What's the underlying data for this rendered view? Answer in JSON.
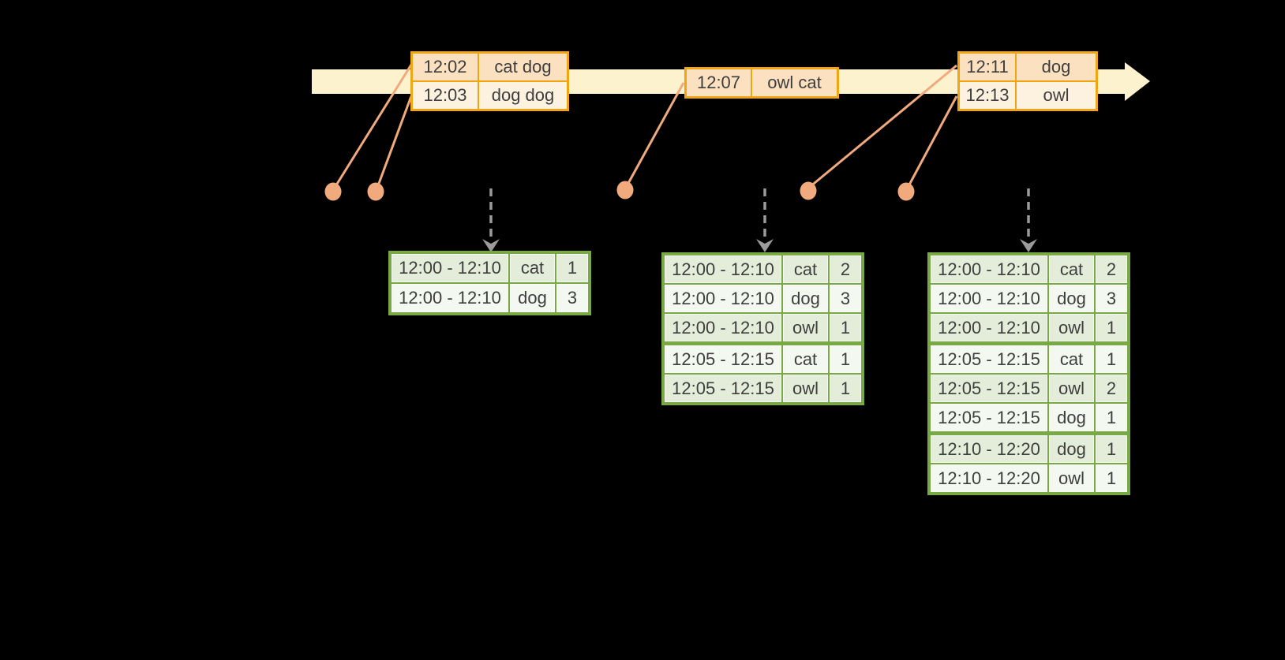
{
  "colors": {
    "band": "#fcf2cd",
    "orange": "#f1a512",
    "orange-fill-a": "#fbe1c0",
    "orange-fill-b": "#fdf1e0",
    "salmon": "#f0aa7d",
    "green": "#78a944",
    "green-fill-a": "#e4edd9",
    "green-fill-b": "#f3f8f0",
    "gray": "#9b9b9b",
    "text": "#3e3e3e"
  },
  "event_tables": [
    {
      "rows": [
        {
          "time": "12:02",
          "words": "cat dog"
        },
        {
          "time": "12:03",
          "words": "dog dog"
        }
      ]
    },
    {
      "rows": [
        {
          "time": "12:07",
          "words": "owl cat"
        }
      ]
    },
    {
      "rows": [
        {
          "time": "12:11",
          "words": "dog"
        },
        {
          "time": "12:13",
          "words": "owl"
        }
      ]
    }
  ],
  "result_tables": [
    {
      "rows": [
        {
          "window": "12:00 - 12:10",
          "word": "cat",
          "count": "1"
        },
        {
          "window": "12:00 - 12:10",
          "word": "dog",
          "count": "3"
        }
      ]
    },
    {
      "rows": [
        {
          "window": "12:00 - 12:10",
          "word": "cat",
          "count": "2"
        },
        {
          "window": "12:00 - 12:10",
          "word": "dog",
          "count": "3"
        },
        {
          "window": "12:00 - 12:10",
          "word": "owl",
          "count": "1"
        },
        {
          "window": "12:05 - 12:15",
          "word": "cat",
          "count": "1"
        },
        {
          "window": "12:05 - 12:15",
          "word": "owl",
          "count": "1"
        }
      ]
    },
    {
      "rows": [
        {
          "window": "12:00 - 12:10",
          "word": "cat",
          "count": "2"
        },
        {
          "window": "12:00 - 12:10",
          "word": "dog",
          "count": "3"
        },
        {
          "window": "12:00 - 12:10",
          "word": "owl",
          "count": "1"
        },
        {
          "window": "12:05 - 12:15",
          "word": "cat",
          "count": "1"
        },
        {
          "window": "12:05 - 12:15",
          "word": "owl",
          "count": "2"
        },
        {
          "window": "12:05 - 12:15",
          "word": "dog",
          "count": "1"
        },
        {
          "window": "12:10 - 12:20",
          "word": "dog",
          "count": "1"
        },
        {
          "window": "12:10 - 12:20",
          "word": "owl",
          "count": "1"
        }
      ]
    }
  ]
}
